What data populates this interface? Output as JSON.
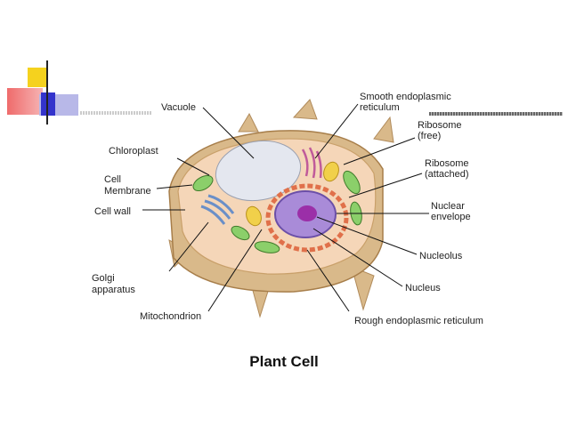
{
  "title": "Plant Cell",
  "labels": {
    "vacuole": "Vacuole",
    "chloroplast": "Chloroplast",
    "cell_membrane_1": "Cell",
    "cell_membrane_2": "Membrane",
    "cell_wall": "Cell wall",
    "golgi_1": "Golgi",
    "golgi_2": "apparatus",
    "mitochondrion": "Mitochondrion",
    "smooth_er_1": "Smooth endoplasmic",
    "smooth_er_2": "reticulum",
    "ribosome_free_1": "Ribosome",
    "ribosome_free_2": "(free)",
    "ribosome_attached_1": "Ribosome",
    "ribosome_attached_2": "(attached)",
    "nuclear_envelope_1": "Nuclear",
    "nuclear_envelope_2": "envelope",
    "nucleolus": "Nucleolus",
    "nucleus": "Nucleus",
    "rough_er": "Rough endoplasmic reticulum"
  },
  "colors": {
    "deco_yellow": "#f5d21e",
    "deco_red": "#ef6b6b",
    "deco_blue": "#3333cc",
    "deco_lavender": "#b8b8e8",
    "cell_wall": "#d9b98a",
    "cytoplasm": "#f5d6b8",
    "vacuole": "#e4e7ef",
    "nucleus": "#a98bd8",
    "nucleolus": "#9b2fa8",
    "chloroplast": "#8bcf6a",
    "golgi": "#6a8fc8",
    "mitochondrion": "#f1d04a",
    "smooth_er": "#c05a9a",
    "rough_er": "#e0704a"
  }
}
